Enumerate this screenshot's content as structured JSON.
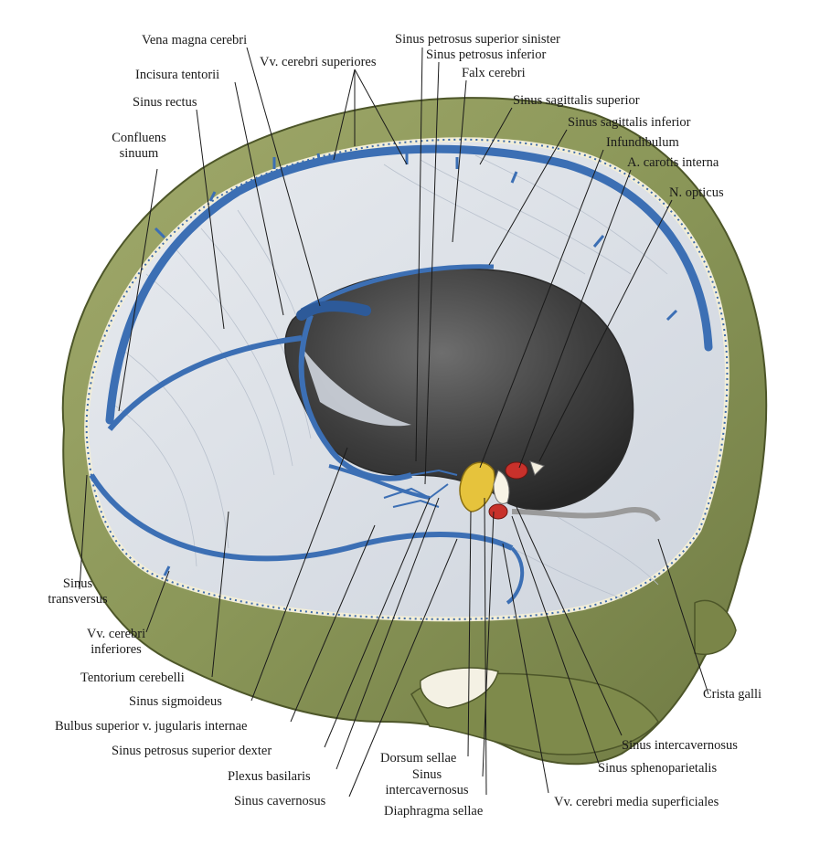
{
  "figure": {
    "colors": {
      "bone": "#8e9a5c",
      "bone_dark": "#5f6b38",
      "bone_light": "#b6b983",
      "dura": "#dadfe6",
      "dura_line": "#b9c1cd",
      "vein": "#3c6fb4",
      "vein_light": "#7ea4d6",
      "cavity": "#4a4a4a",
      "sella": "#e6c33c",
      "artery": "#c8312b"
    },
    "labels": {
      "vena_magna": "Vena magna cerebri",
      "vv_cerebri_sup": "Vv. cerebri superiores",
      "sinus_petrosus_sup_sin": "Sinus petrosus superior sinister",
      "sinus_petrosus_inf": "Sinus petrosus inferior",
      "falx_cerebri": "Falx cerebri",
      "incisura_tentorii": "Incisura tentorii",
      "sinus_sagittalis_sup": "Sinus sagittalis superior",
      "sinus_rectus": "Sinus rectus",
      "sinus_sagittalis_inf": "Sinus sagittalis inferior",
      "infundibulum": "Infundibulum",
      "confluens_1": "Confluens",
      "confluens_2": "sinuum",
      "carotis_interna": "A. carotis interna",
      "n_opticus": "N. opticus",
      "sinus_transversus_1": "Sinus",
      "sinus_transversus_2": "transversus",
      "vv_cerebri_inf_1": "Vv. cerebri",
      "vv_cerebri_inf_2": "inferiores",
      "tentorium": "Tentorium cerebelli",
      "crista_galli": "Crista galli",
      "sinus_sigmoideus": "Sinus sigmoideus",
      "bulbus": "Bulbus superior v. jugularis internae",
      "sinus_intercavernosus_r": "Sinus intercavernosus",
      "sinus_petrosus_sup_dex": "Sinus petrosus superior dexter",
      "dorsum_sellae": "Dorsum sellae",
      "sinus_sphenoparietalis": "Sinus sphenoparietalis",
      "sinus_intercavernosus_c1": "Sinus",
      "sinus_intercavernosus_c2": "intercavernosus",
      "plexus_basilaris": "Plexus basilaris",
      "sinus_cavernosus": "Sinus cavernosus",
      "diaphragma_sellae": "Diaphragma sellae",
      "vv_cerebri_media": "Vv. cerebri media superficiales"
    }
  }
}
